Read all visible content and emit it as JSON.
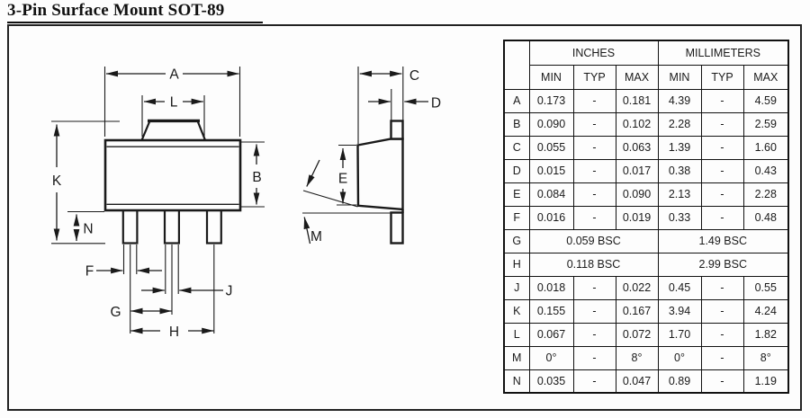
{
  "page": {
    "title": "3-Pin Surface Mount SOT-89"
  },
  "drawing": {
    "front_view": {
      "labels": {
        "A": "A",
        "L": "L",
        "K": "K",
        "B": "B",
        "N": "N",
        "F": "F",
        "G": "G",
        "H": "H",
        "J": "J"
      }
    },
    "side_view": {
      "labels": {
        "C": "C",
        "D": "D",
        "E": "E",
        "M": "M"
      }
    }
  },
  "table": {
    "headers": {
      "inches": "INCHES",
      "millimeters": "MILLIMETERS",
      "min": "MIN",
      "typ": "TYP",
      "max": "MAX"
    },
    "rows": [
      {
        "dim": "A",
        "in": [
          "0.173",
          "-",
          "0.181"
        ],
        "mm": [
          "4.39",
          "-",
          "4.59"
        ]
      },
      {
        "dim": "B",
        "in": [
          "0.090",
          "-",
          "0.102"
        ],
        "mm": [
          "2.28",
          "-",
          "2.59"
        ]
      },
      {
        "dim": "C",
        "in": [
          "0.055",
          "-",
          "0.063"
        ],
        "mm": [
          "1.39",
          "-",
          "1.60"
        ]
      },
      {
        "dim": "D",
        "in": [
          "0.015",
          "-",
          "0.017"
        ],
        "mm": [
          "0.38",
          "-",
          "0.43"
        ]
      },
      {
        "dim": "E",
        "in": [
          "0.084",
          "-",
          "0.090"
        ],
        "mm": [
          "2.13",
          "-",
          "2.28"
        ]
      },
      {
        "dim": "F",
        "in": [
          "0.016",
          "-",
          "0.019"
        ],
        "mm": [
          "0.33",
          "-",
          "0.48"
        ]
      },
      {
        "dim": "G",
        "in_span": "0.059 BSC",
        "mm_span": "1.49 BSC"
      },
      {
        "dim": "H",
        "in_span": "0.118 BSC",
        "mm_span": "2.99 BSC"
      },
      {
        "dim": "J",
        "in": [
          "0.018",
          "-",
          "0.022"
        ],
        "mm": [
          "0.45",
          "-",
          "0.55"
        ]
      },
      {
        "dim": "K",
        "in": [
          "0.155",
          "-",
          "0.167"
        ],
        "mm": [
          "3.94",
          "-",
          "4.24"
        ]
      },
      {
        "dim": "L",
        "in": [
          "0.067",
          "-",
          "0.072"
        ],
        "mm": [
          "1.70",
          "-",
          "1.82"
        ]
      },
      {
        "dim": "M",
        "in": [
          "0°",
          "-",
          "8°"
        ],
        "mm": [
          "0°",
          "-",
          "8°"
        ]
      },
      {
        "dim": "N",
        "in": [
          "0.035",
          "-",
          "0.047"
        ],
        "mm": [
          "0.89",
          "-",
          "1.19"
        ]
      }
    ]
  },
  "colors": {
    "line": "#1a1a1a",
    "background": "#fdfdfd"
  }
}
